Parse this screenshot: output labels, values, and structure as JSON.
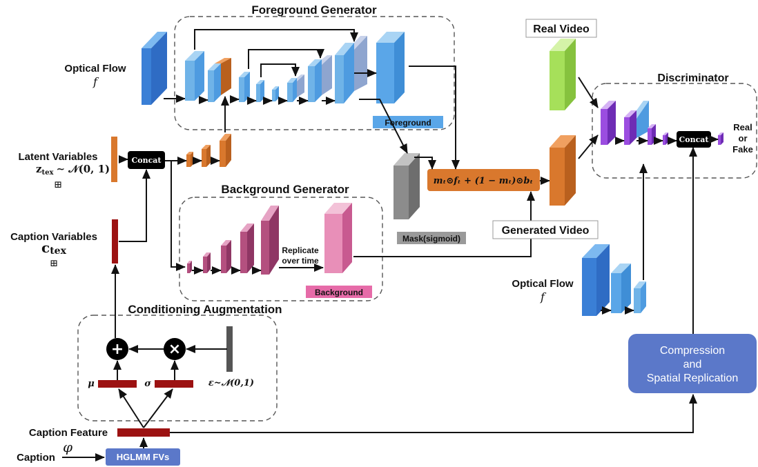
{
  "generators": {
    "foreground_title": "Foreground Generator",
    "background_title": "Background Generator",
    "foreground_tag": "Foreground",
    "background_tag": "Background",
    "replicate_line1": "Replicate",
    "replicate_line2": "over time"
  },
  "inputs": {
    "optical_flow_top": "Optical Flow",
    "optical_flow_top_symbol": "f",
    "latent_variables": "Latent Variables",
    "latent_symbol": "z",
    "latent_subscript": "tex",
    "latent_dist": "∼ 𝒩(0, 1)",
    "caption_variables": "Caption Variables",
    "caption_symbol": "c",
    "caption_subscript": "tex",
    "caption_feature": "Caption Feature",
    "caption": "Caption",
    "caption_phi": "φ",
    "hglmm": "HGLMM FVs",
    "concat_sign": "⊞"
  },
  "concat": {
    "label": "Concat",
    "disc_label": "Concat"
  },
  "mask": {
    "label": "Mask(sigmoid)",
    "formula": "mₜ⊙fₜ + (1 − mₜ)⊙bₜ"
  },
  "conditioning": {
    "title": "Conditioning Augmentation",
    "mu": "μ",
    "sigma": "σ",
    "epsilon": "ε~𝒩(0,1)",
    "plus": "+",
    "times": "×"
  },
  "discriminator": {
    "title": "Discriminator",
    "real_video": "Real Video",
    "generated_video": "Generated Video",
    "output_line1": "Real",
    "output_line2": "or",
    "output_line3": "Fake",
    "optical_flow": "Optical Flow",
    "optical_flow_symbol": "f",
    "compression_line1": "Compression",
    "compression_line2": "and",
    "compression_line3": "Spatial Replication"
  },
  "colors": {
    "blue_dark": "#3a7fd6",
    "blue_light": "#6fb3e8",
    "orange": "#d9782d",
    "pink": "#b4507f",
    "pink_light": "#e88fb8",
    "gray": "#8c8c8c",
    "green": "#a6e05a",
    "purple": "#9b4de0",
    "dark_red": "#9c1212",
    "slate_blue": "#5b78c9"
  }
}
